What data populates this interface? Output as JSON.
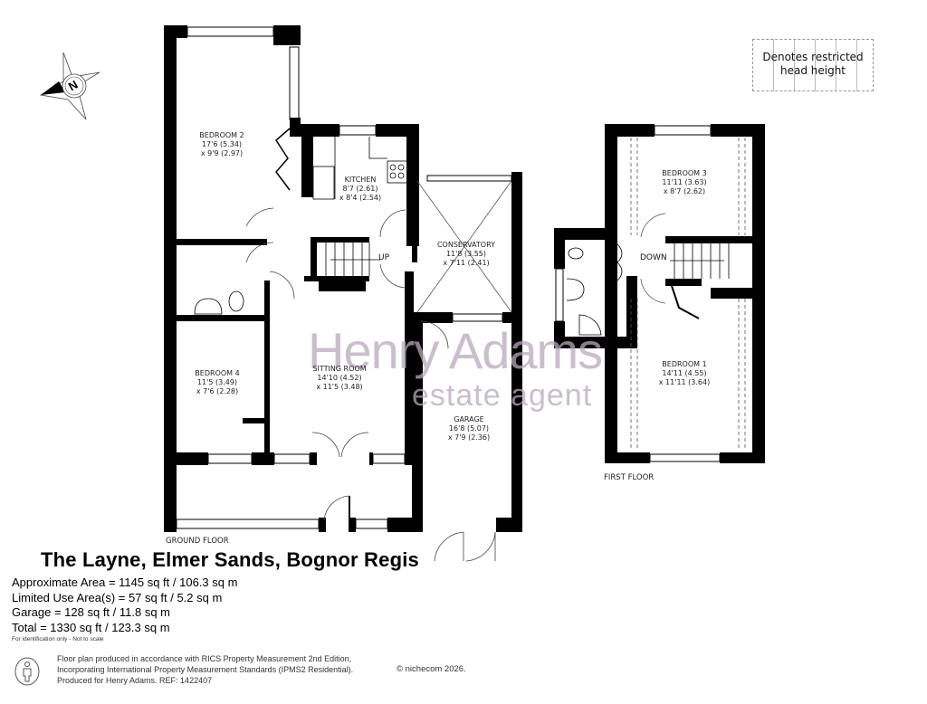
{
  "property": {
    "title": "The Layne, Elmer Sands, Bognor Regis",
    "areas": [
      "Approximate Area = 1145 sq ft / 106.3 sq m",
      "Limited Use Area(s) = 57 sq ft / 5.2 sq m",
      "Garage = 128 sq ft / 11.8 sq m",
      "Total = 1330 sq ft / 123.3 sq m"
    ],
    "disclaimer": "For identification only - Not to scale"
  },
  "legend": {
    "line1": "Denotes restricted",
    "line2": "head height"
  },
  "compass": {
    "label": "N",
    "icon": "compass-north-icon"
  },
  "watermark": {
    "brand": "Henry Adams",
    "sub": "estate agent",
    "color": "#b9a9bd"
  },
  "ground_floor": {
    "label": "GROUND FLOOR",
    "stairs_label": "UP",
    "rooms": [
      {
        "name": "BEDROOM 2",
        "dim1": "17'6 (5.34)",
        "dim2": "x 9'9 (2.97)"
      },
      {
        "name": "KITCHEN",
        "dim1": "8'7 (2.61)",
        "dim2": "x 8'4 (2.54)"
      },
      {
        "name": "CONSERVATORY",
        "dim1": "11'8 (3.55)",
        "dim2": "x 7'11 (2.41)"
      },
      {
        "name": "SITTING ROOM",
        "dim1": "14'10 (4.52)",
        "dim2": "x 11'5 (3.48)"
      },
      {
        "name": "BEDROOM 4",
        "dim1": "11'5 (3.49)",
        "dim2": "x 7'6 (2.28)"
      },
      {
        "name": "GARAGE",
        "dim1": "16'8 (5.07)",
        "dim2": "x 7'9 (2.36)"
      }
    ]
  },
  "first_floor": {
    "label": "FIRST FLOOR",
    "stairs_label": "DOWN",
    "rooms": [
      {
        "name": "BEDROOM 3",
        "dim1": "11'11 (3.63)",
        "dim2": "x 8'7 (2.62)"
      },
      {
        "name": "BEDROOM 1",
        "dim1": "14'11 (4.55)",
        "dim2": "x 11'11 (3.64)"
      }
    ]
  },
  "footer": {
    "line1": "Floor plan produced in accordance with RICS Property Measurement 2nd Edition,",
    "line2": "Incorporating International Property Measurement Standards (IPMS2 Residential).",
    "line3": "Produced for Henry Adams.   REF: 1422407",
    "brand": "© nichecom 2026."
  }
}
